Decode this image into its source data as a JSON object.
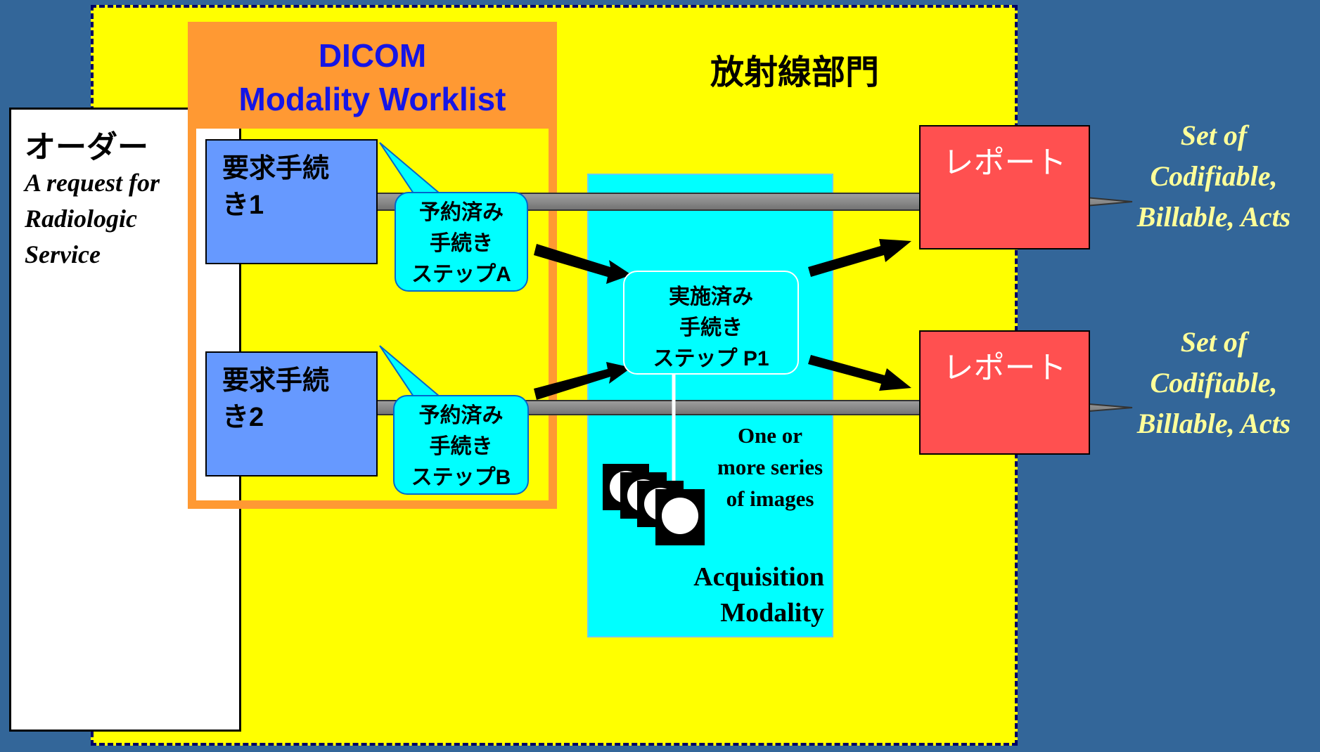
{
  "department": {
    "label": "放射線部門"
  },
  "order": {
    "title": "オーダー",
    "description_lines": [
      "A request for",
      "Radiologic",
      "Service"
    ]
  },
  "worklist": {
    "title_lines": [
      "DICOM",
      "Modality Worklist"
    ]
  },
  "requested_procedures": [
    {
      "lines": [
        "要求手続",
        "き1"
      ]
    },
    {
      "lines": [
        "要求手続",
        "き2"
      ]
    }
  ],
  "scheduled_steps": [
    {
      "lines": [
        "予約済み",
        "手続き",
        "ステップA"
      ]
    },
    {
      "lines": [
        "予約済み",
        "手続き",
        "ステップB"
      ]
    }
  ],
  "performed_step": {
    "lines": [
      "実施済み",
      "手続き",
      "ステップ P1"
    ]
  },
  "series": {
    "lines": [
      "One or",
      "more series",
      "of images"
    ]
  },
  "modality": {
    "lines": [
      "Acquisition",
      "Modality"
    ]
  },
  "reports": [
    {
      "label": "レポート"
    },
    {
      "label": "レポート"
    }
  ],
  "acts": [
    {
      "lines": [
        "Set of",
        "Codifiable,",
        "Billable, Acts"
      ]
    },
    {
      "lines": [
        "Set of",
        "Codifiable,",
        "Billable, Acts"
      ]
    }
  ],
  "colors": {
    "background": "#336699",
    "department": "#ffff00",
    "worklist": "#ff9933",
    "worklist_title": "#1515e6",
    "requested_procedure": "#6699ff",
    "scheduled_step": "#00ffff",
    "modality_panel": "#00ffff",
    "report": "#ff5050",
    "acts_text": "#ffff99"
  }
}
